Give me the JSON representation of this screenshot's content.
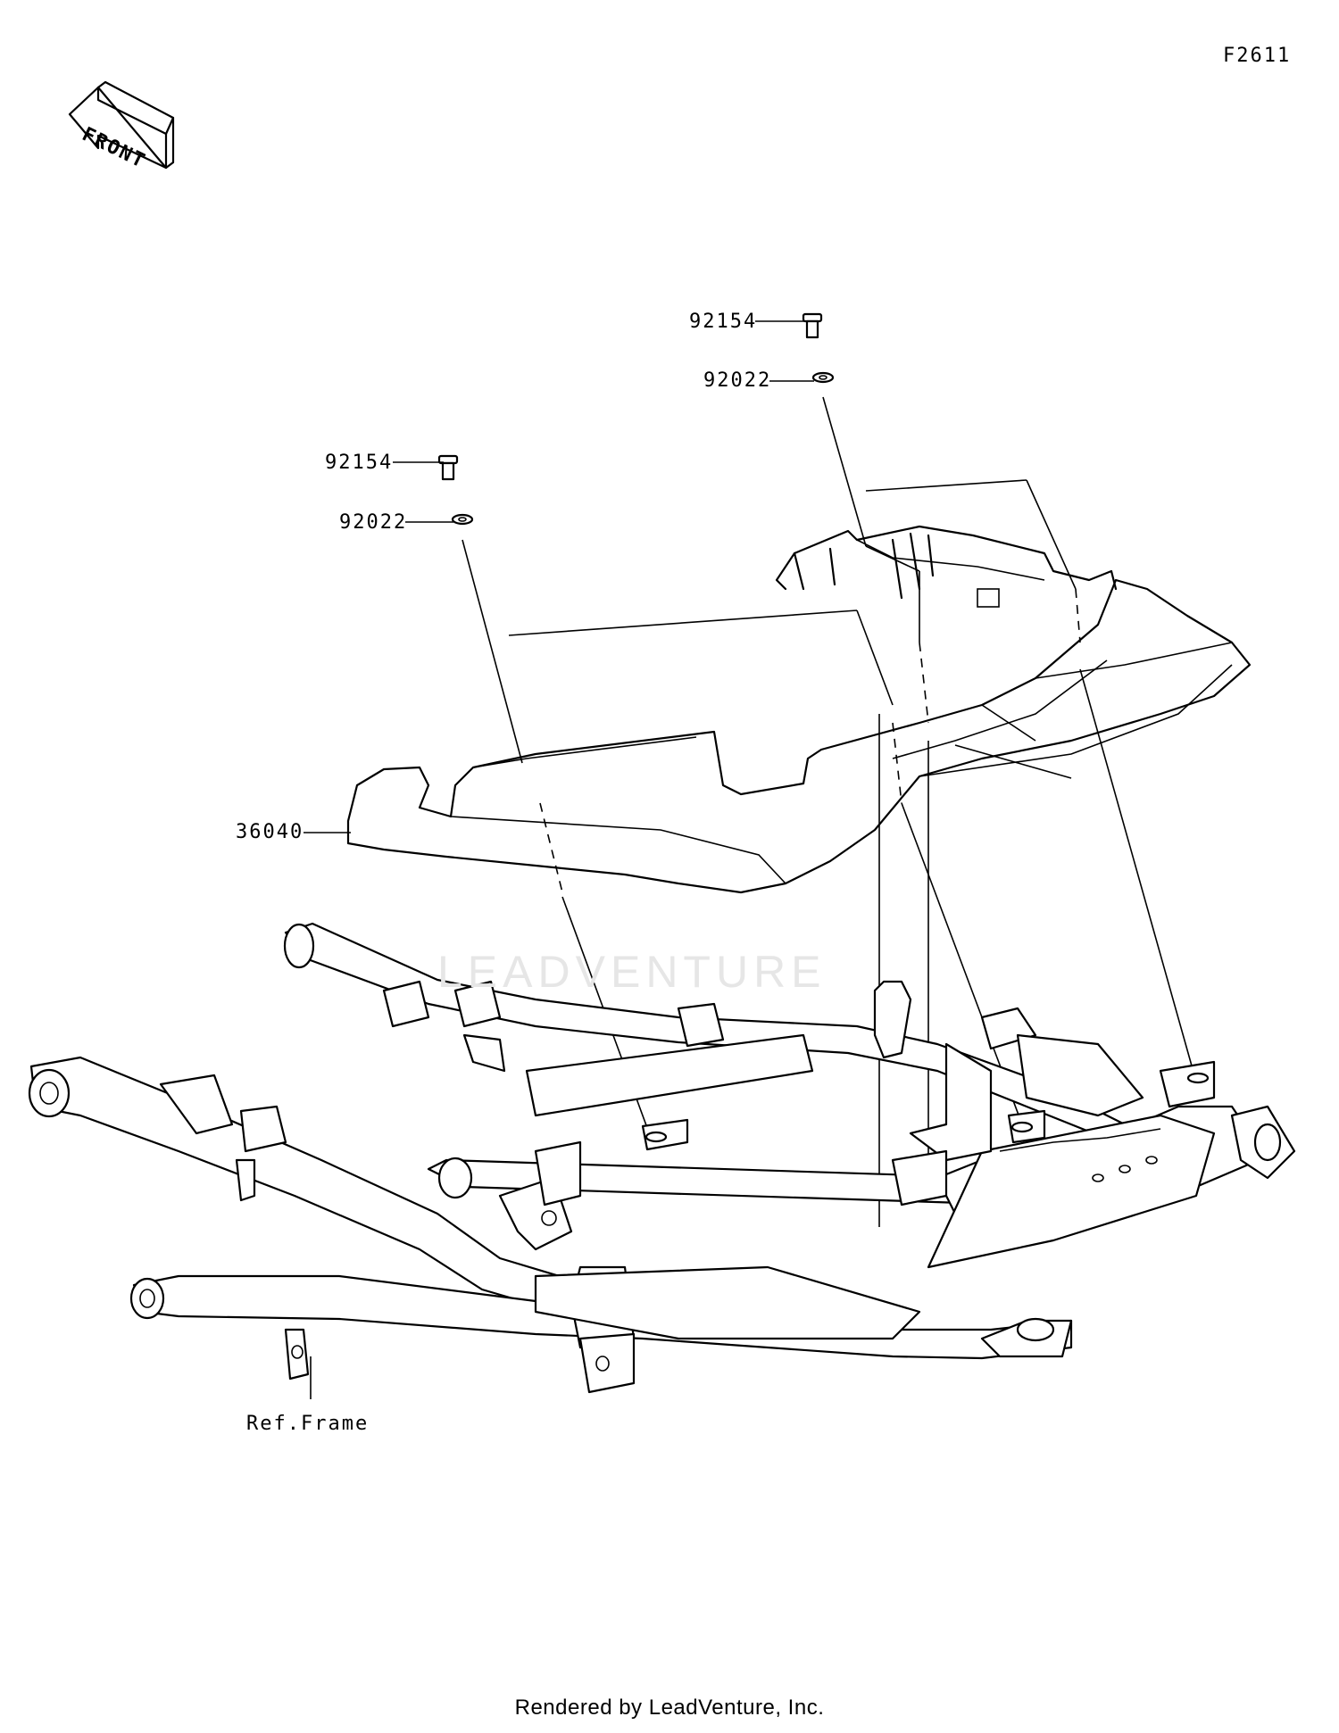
{
  "diagram_code": "F2611",
  "front_arrow": {
    "label": "FRONT",
    "icon": "front-direction-arrow-icon"
  },
  "parts": {
    "screw_right": "92154",
    "washer_right": "92022",
    "screw_left": "92154",
    "washer_left": "92022",
    "cover": "36040",
    "frame_ref": "Ref.Frame"
  },
  "watermark": "LEADVENTURE",
  "footer": "Rendered by LeadVenture, Inc."
}
